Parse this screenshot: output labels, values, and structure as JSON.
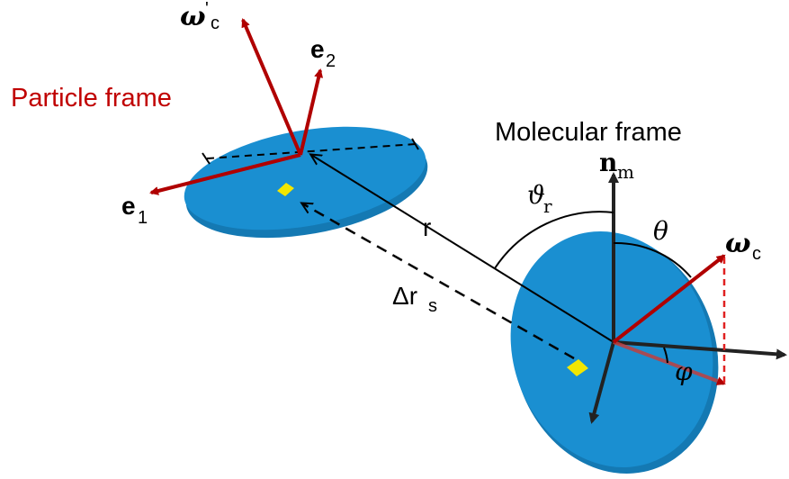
{
  "labels": {
    "particle_frame": "Particle frame",
    "molecular_frame": "Molecular frame",
    "omega_c_prime": "ω",
    "omega_c_prime_sup": "'",
    "omega_c_prime_sub": "c",
    "e2": "e",
    "e2_sub": "2",
    "e1": "e",
    "e1_sub": "1",
    "n_m": "n",
    "n_m_sub": "m",
    "theta_r": "ϑ",
    "theta_r_sub": "r",
    "theta": "θ",
    "omega_c": "ω",
    "omega_c_sub": "c",
    "r": "r",
    "delta_r_s": "Δr",
    "delta_r_s_sub": "s",
    "phi": "φ"
  },
  "colors": {
    "disk_fill": "#1a8fd1",
    "disk_edge": "#1479b3",
    "arrow_red": "#b00000",
    "arrow_dark": "#222222",
    "dashed_red": "#e02020",
    "marker_yellow": "#f2e600",
    "label_red": "#c00000"
  }
}
